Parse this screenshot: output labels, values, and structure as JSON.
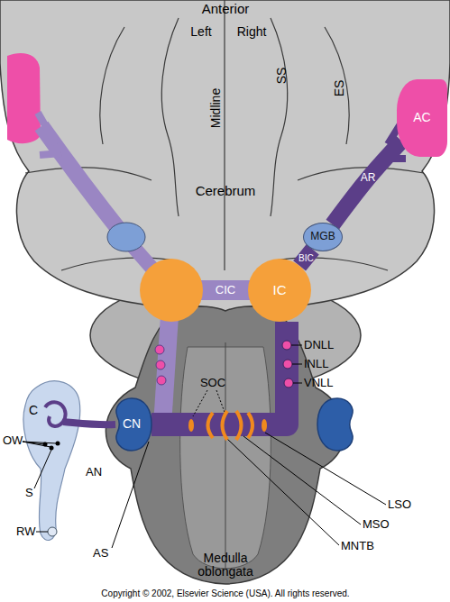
{
  "diagram": {
    "nodes": [
      {
        "text": [
          "AC"
        ]
      },
      {
        "text": [
          "MGB"
        ]
      },
      {
        "text": [
          "IC"
        ]
      },
      {
        "text": [
          "CN"
        ]
      }
    ],
    "edges": [
      {
        "from": 3,
        "to": 2,
        "arrow": "none"
      },
      {
        "from": 2,
        "to": 1,
        "label": "BIC",
        "arrow": "none"
      },
      {
        "from": 1,
        "to": 0,
        "label": "AR",
        "arrow": "none"
      }
    ],
    "labels": [
      "Anterior",
      "Left",
      "Right",
      "Midline",
      "SS",
      "ES",
      "Cerebrum",
      "CIC",
      "DNLL",
      "INLL",
      "VNLL",
      "SOC",
      "C",
      "OW",
      "S",
      "RW",
      "AN",
      "AS",
      "LSO",
      "MSO",
      "MNTB",
      "Medulla oblongata",
      "Copyright © 2002, Elsevier Science (USA). All rights reserved."
    ]
  }
}
